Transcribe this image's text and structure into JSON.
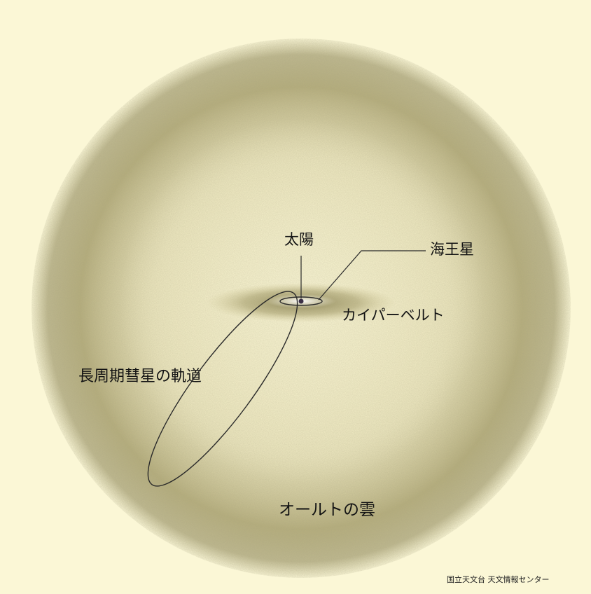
{
  "diagram": {
    "labels": {
      "sun": "太陽",
      "neptune": "海王星",
      "kuiper_belt": "カイパーベルト",
      "comet_orbit": "長周期彗星の軌道",
      "oort_cloud": "オールトの雲"
    },
    "credit": "国立天文台 天文情報センター"
  },
  "colors": {
    "background": "#fbf7d6",
    "cloud_tint": "#8e8656",
    "sun": "#3a2f45",
    "line": "#2a2a2a"
  }
}
